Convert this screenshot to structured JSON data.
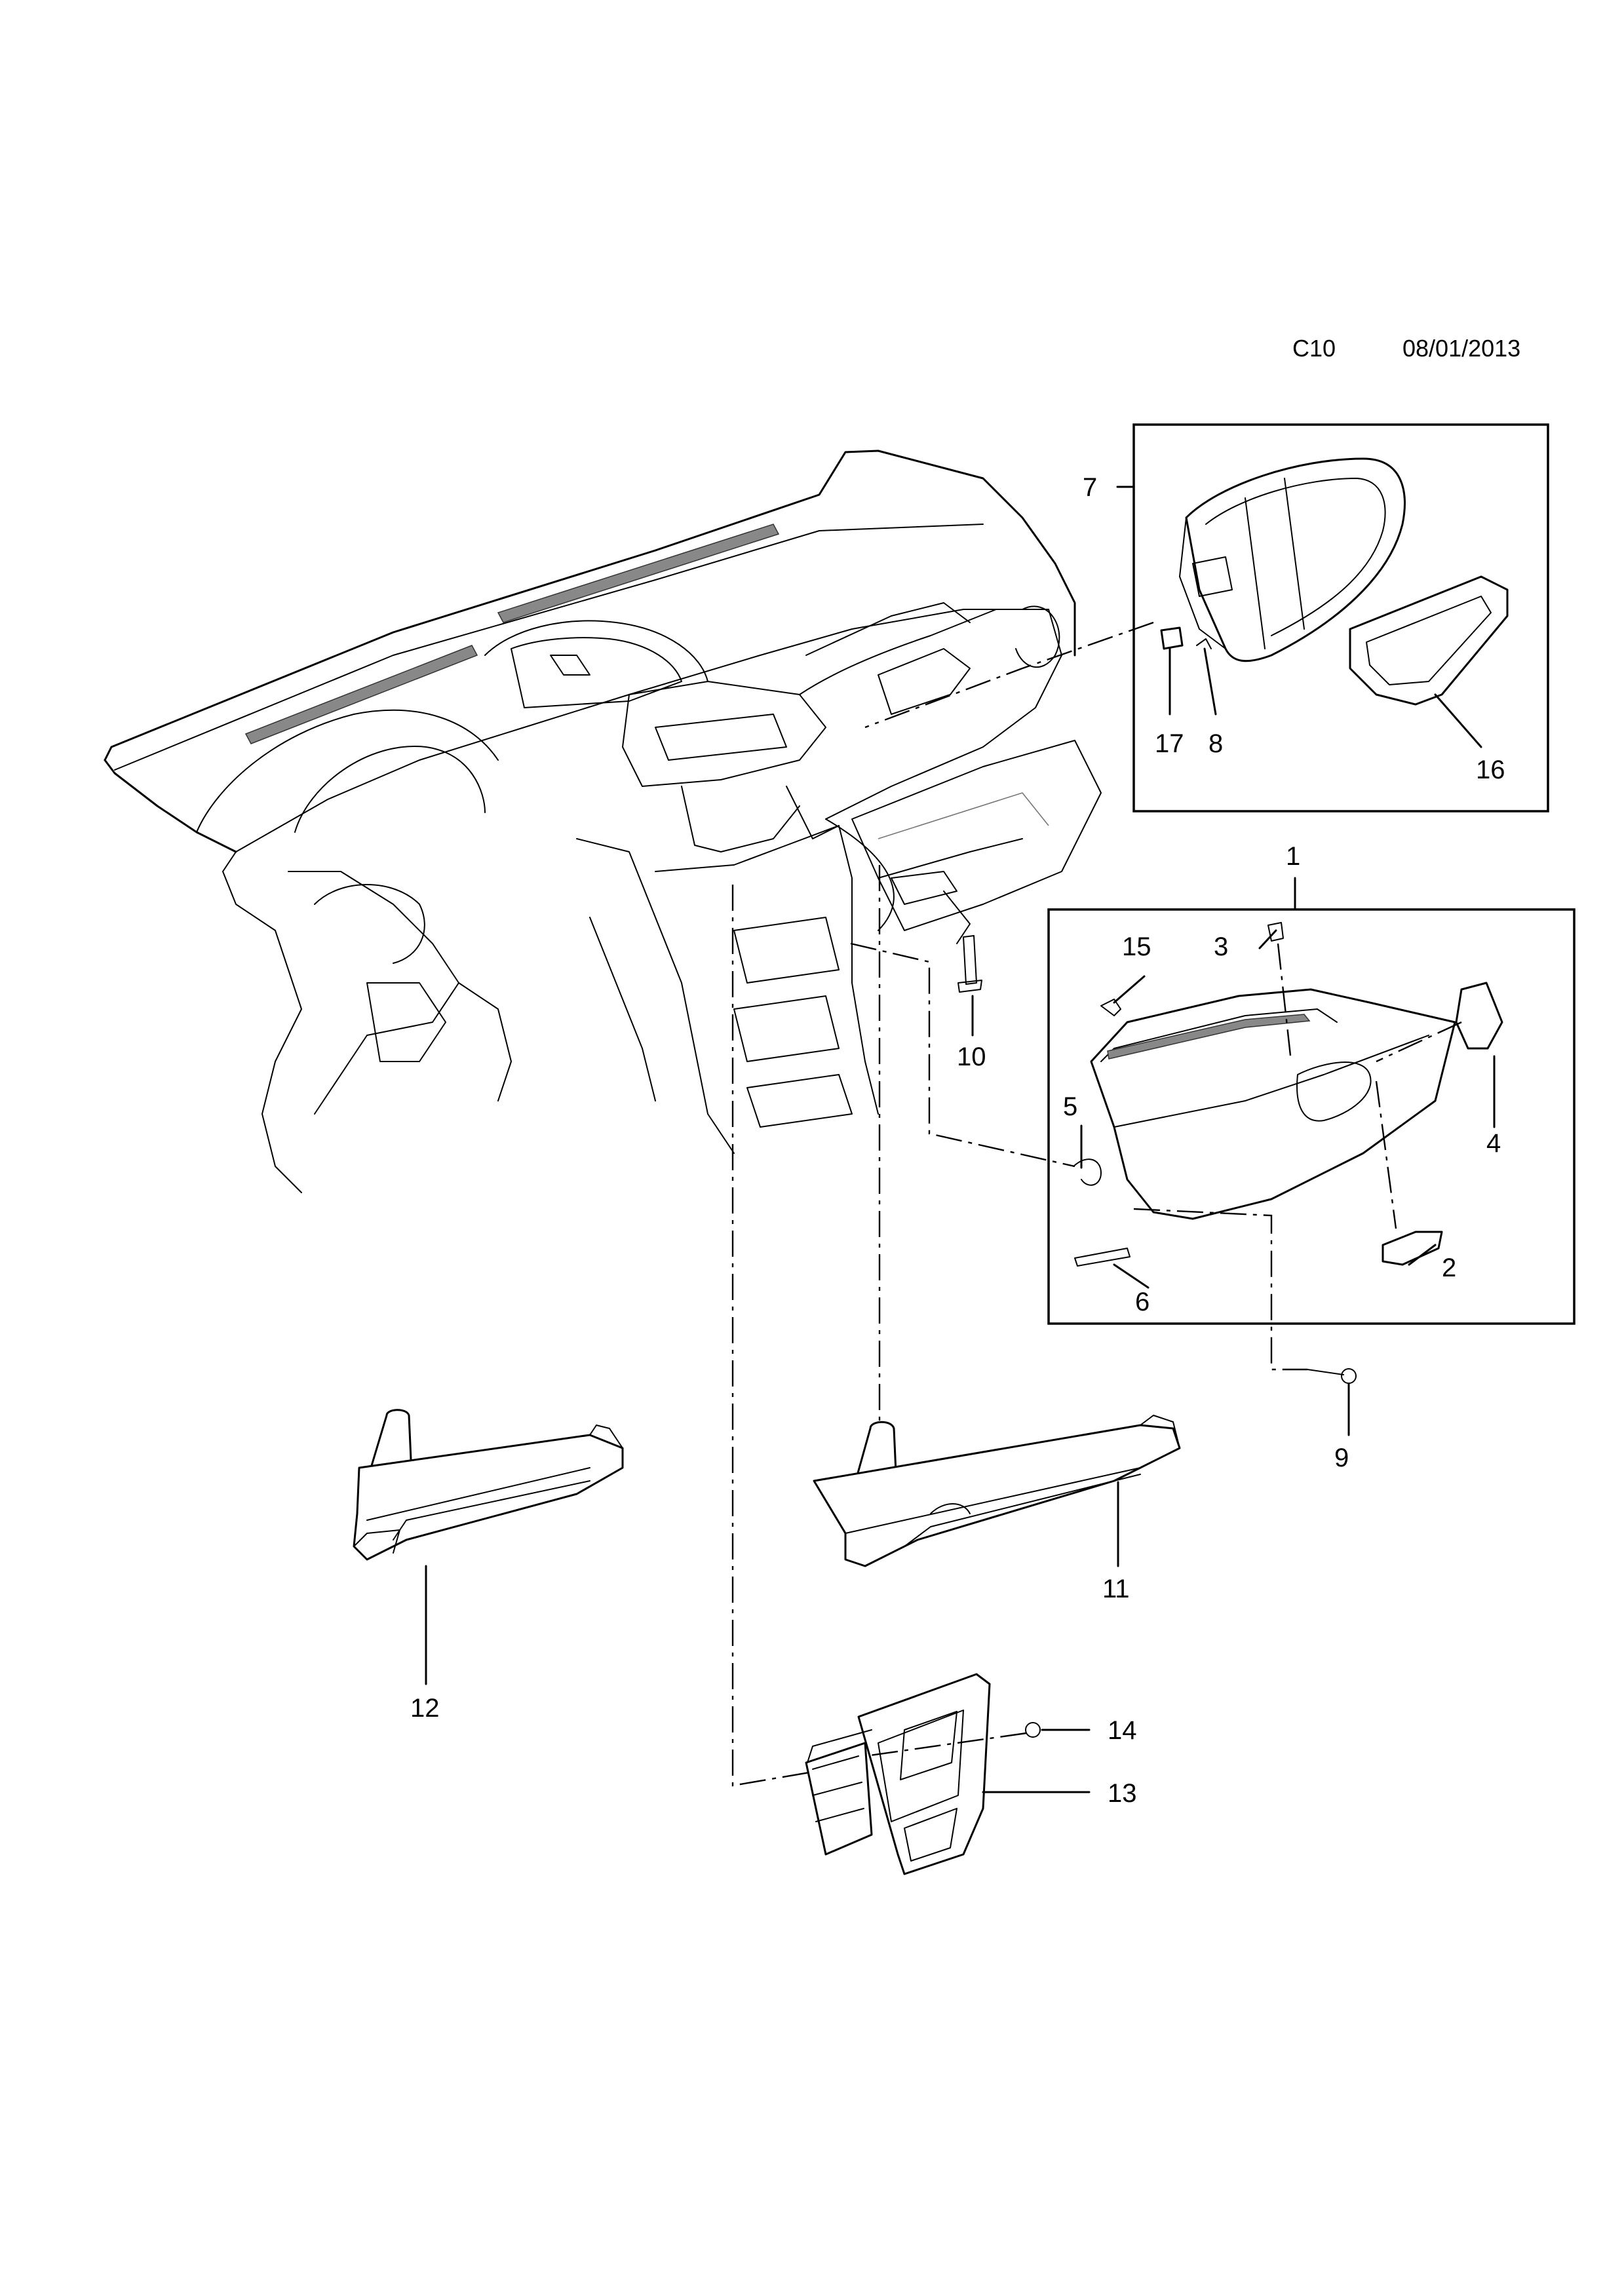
{
  "header": {
    "code": "C10",
    "date": "08/01/2013"
  },
  "callouts": {
    "c1": "1",
    "c2": "2",
    "c3": "3",
    "c4": "4",
    "c5": "5",
    "c6": "6",
    "c7": "7",
    "c8": "8",
    "c9": "9",
    "c10": "10",
    "c11": "11",
    "c12": "12",
    "c13": "13",
    "c14": "14",
    "c15": "15",
    "c16": "16",
    "c17": "17"
  }
}
